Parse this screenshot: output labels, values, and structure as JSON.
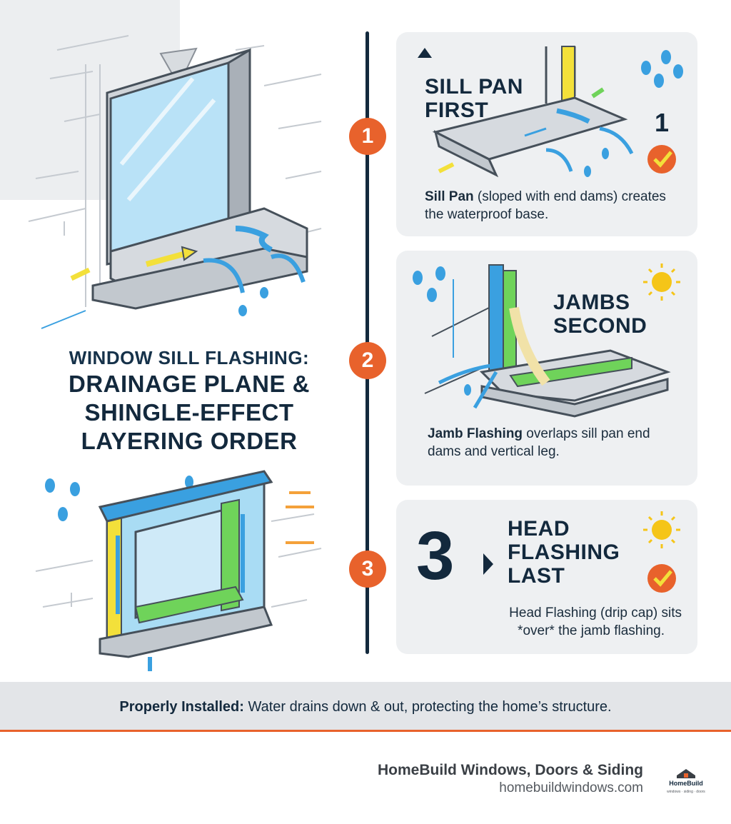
{
  "title": {
    "line1": "WINDOW SILL FLASHING:",
    "line2": "DRAINAGE PLANE &",
    "line3": "SHINGLE-EFFECT",
    "line4": "LAYERING ORDER"
  },
  "steps": [
    {
      "number": "1",
      "title_line1": "SILL PAN",
      "title_line2": "FIRST",
      "badge": "1",
      "text_bold": "Sill Pan",
      "text_rest": " (sloped with end dams) creates the waterproof base."
    },
    {
      "number": "2",
      "title_line1": "JAMBS",
      "title_line2": "SECOND",
      "text_bold": "Jamb Flashing",
      "text_rest": " overlaps sill pan end dams and vertical leg."
    },
    {
      "number": "3",
      "big_number": "3",
      "title_line1": "HEAD",
      "title_line2": "FLASHING",
      "title_line3": "LAST",
      "text_line1": "Head Flashing (drip cap) sits",
      "text_line2": "*over* the jamb flashing."
    }
  ],
  "footer": {
    "bold": "Properly Installed:",
    "rest": " Water drains down & out, protecting the home’s structure."
  },
  "company": {
    "name": "HomeBuild Windows, Doors & Siding",
    "url": "homebuildwindows.com",
    "logo_text": "HomeBuild",
    "logo_tagline": "windows · siding · doors"
  },
  "colors": {
    "navy": "#13293d",
    "orange": "#e8622c",
    "water": "#3aa0e0",
    "yellow": "#f3e03a",
    "green": "#6fd35a",
    "card": "#eef0f2"
  }
}
